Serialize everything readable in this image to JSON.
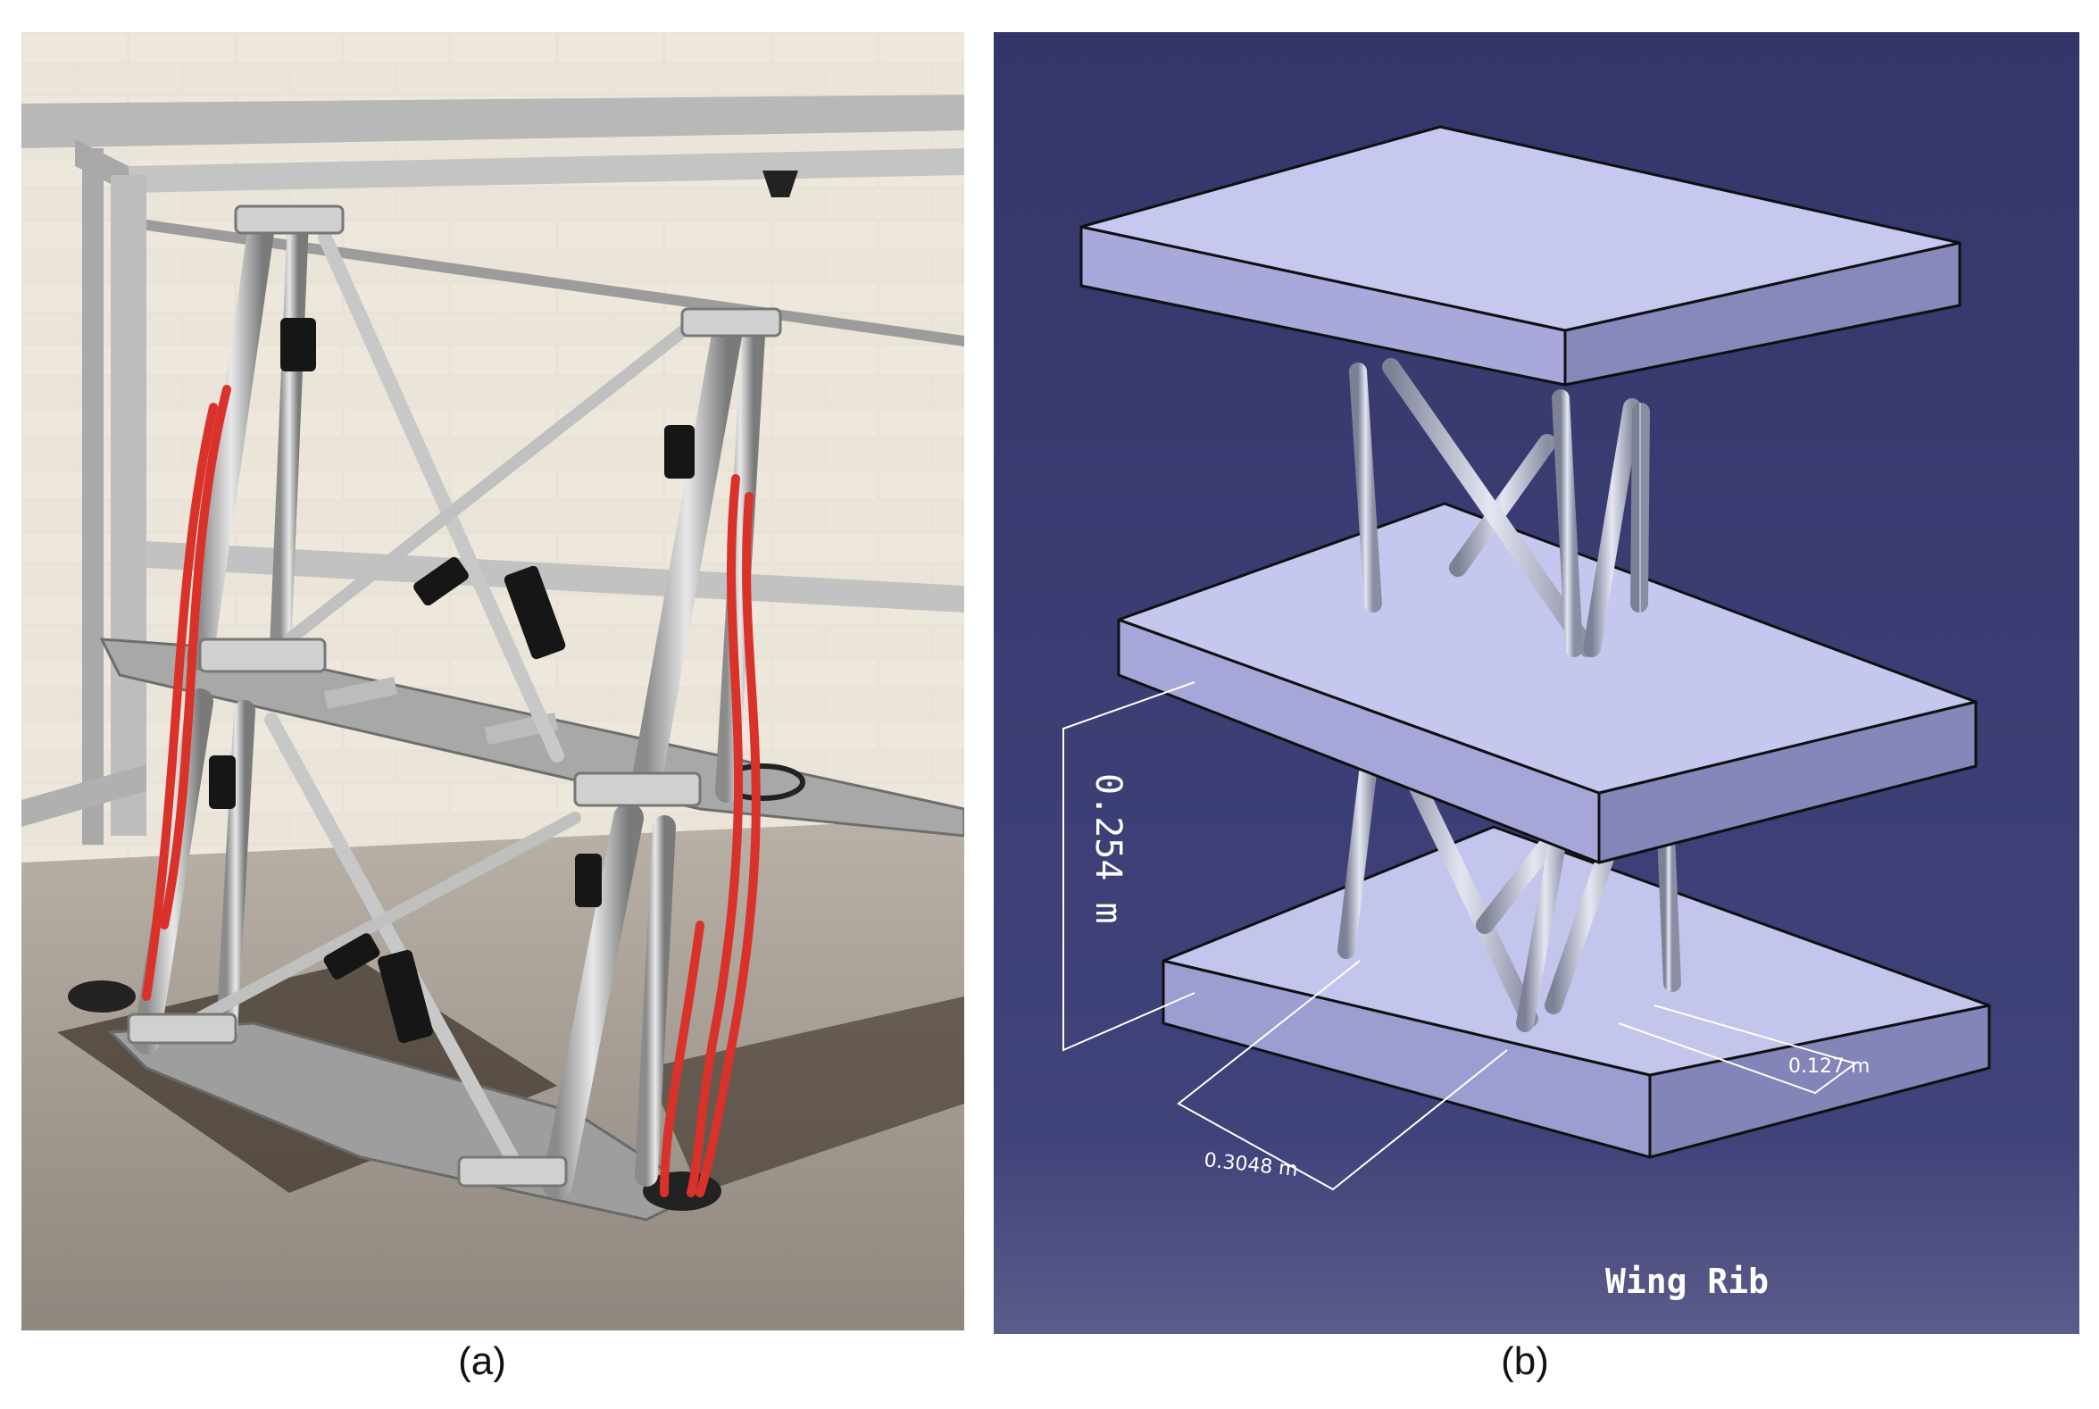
{
  "panel_a": {
    "caption": "(a)"
  },
  "panel_b": {
    "caption": "(b)",
    "dimension_height": "0.254 m",
    "dimension_length": "0.3048 m",
    "dimension_width": "0.127 m",
    "component_label": "Wing Rib",
    "colors": {
      "background": "#3b3d72",
      "plate_top": "#c6c7ec",
      "plate_front": "#a5a6d6",
      "plate_side": "#8586b8",
      "rod": "#c9cde0",
      "edge": "#101010"
    }
  }
}
